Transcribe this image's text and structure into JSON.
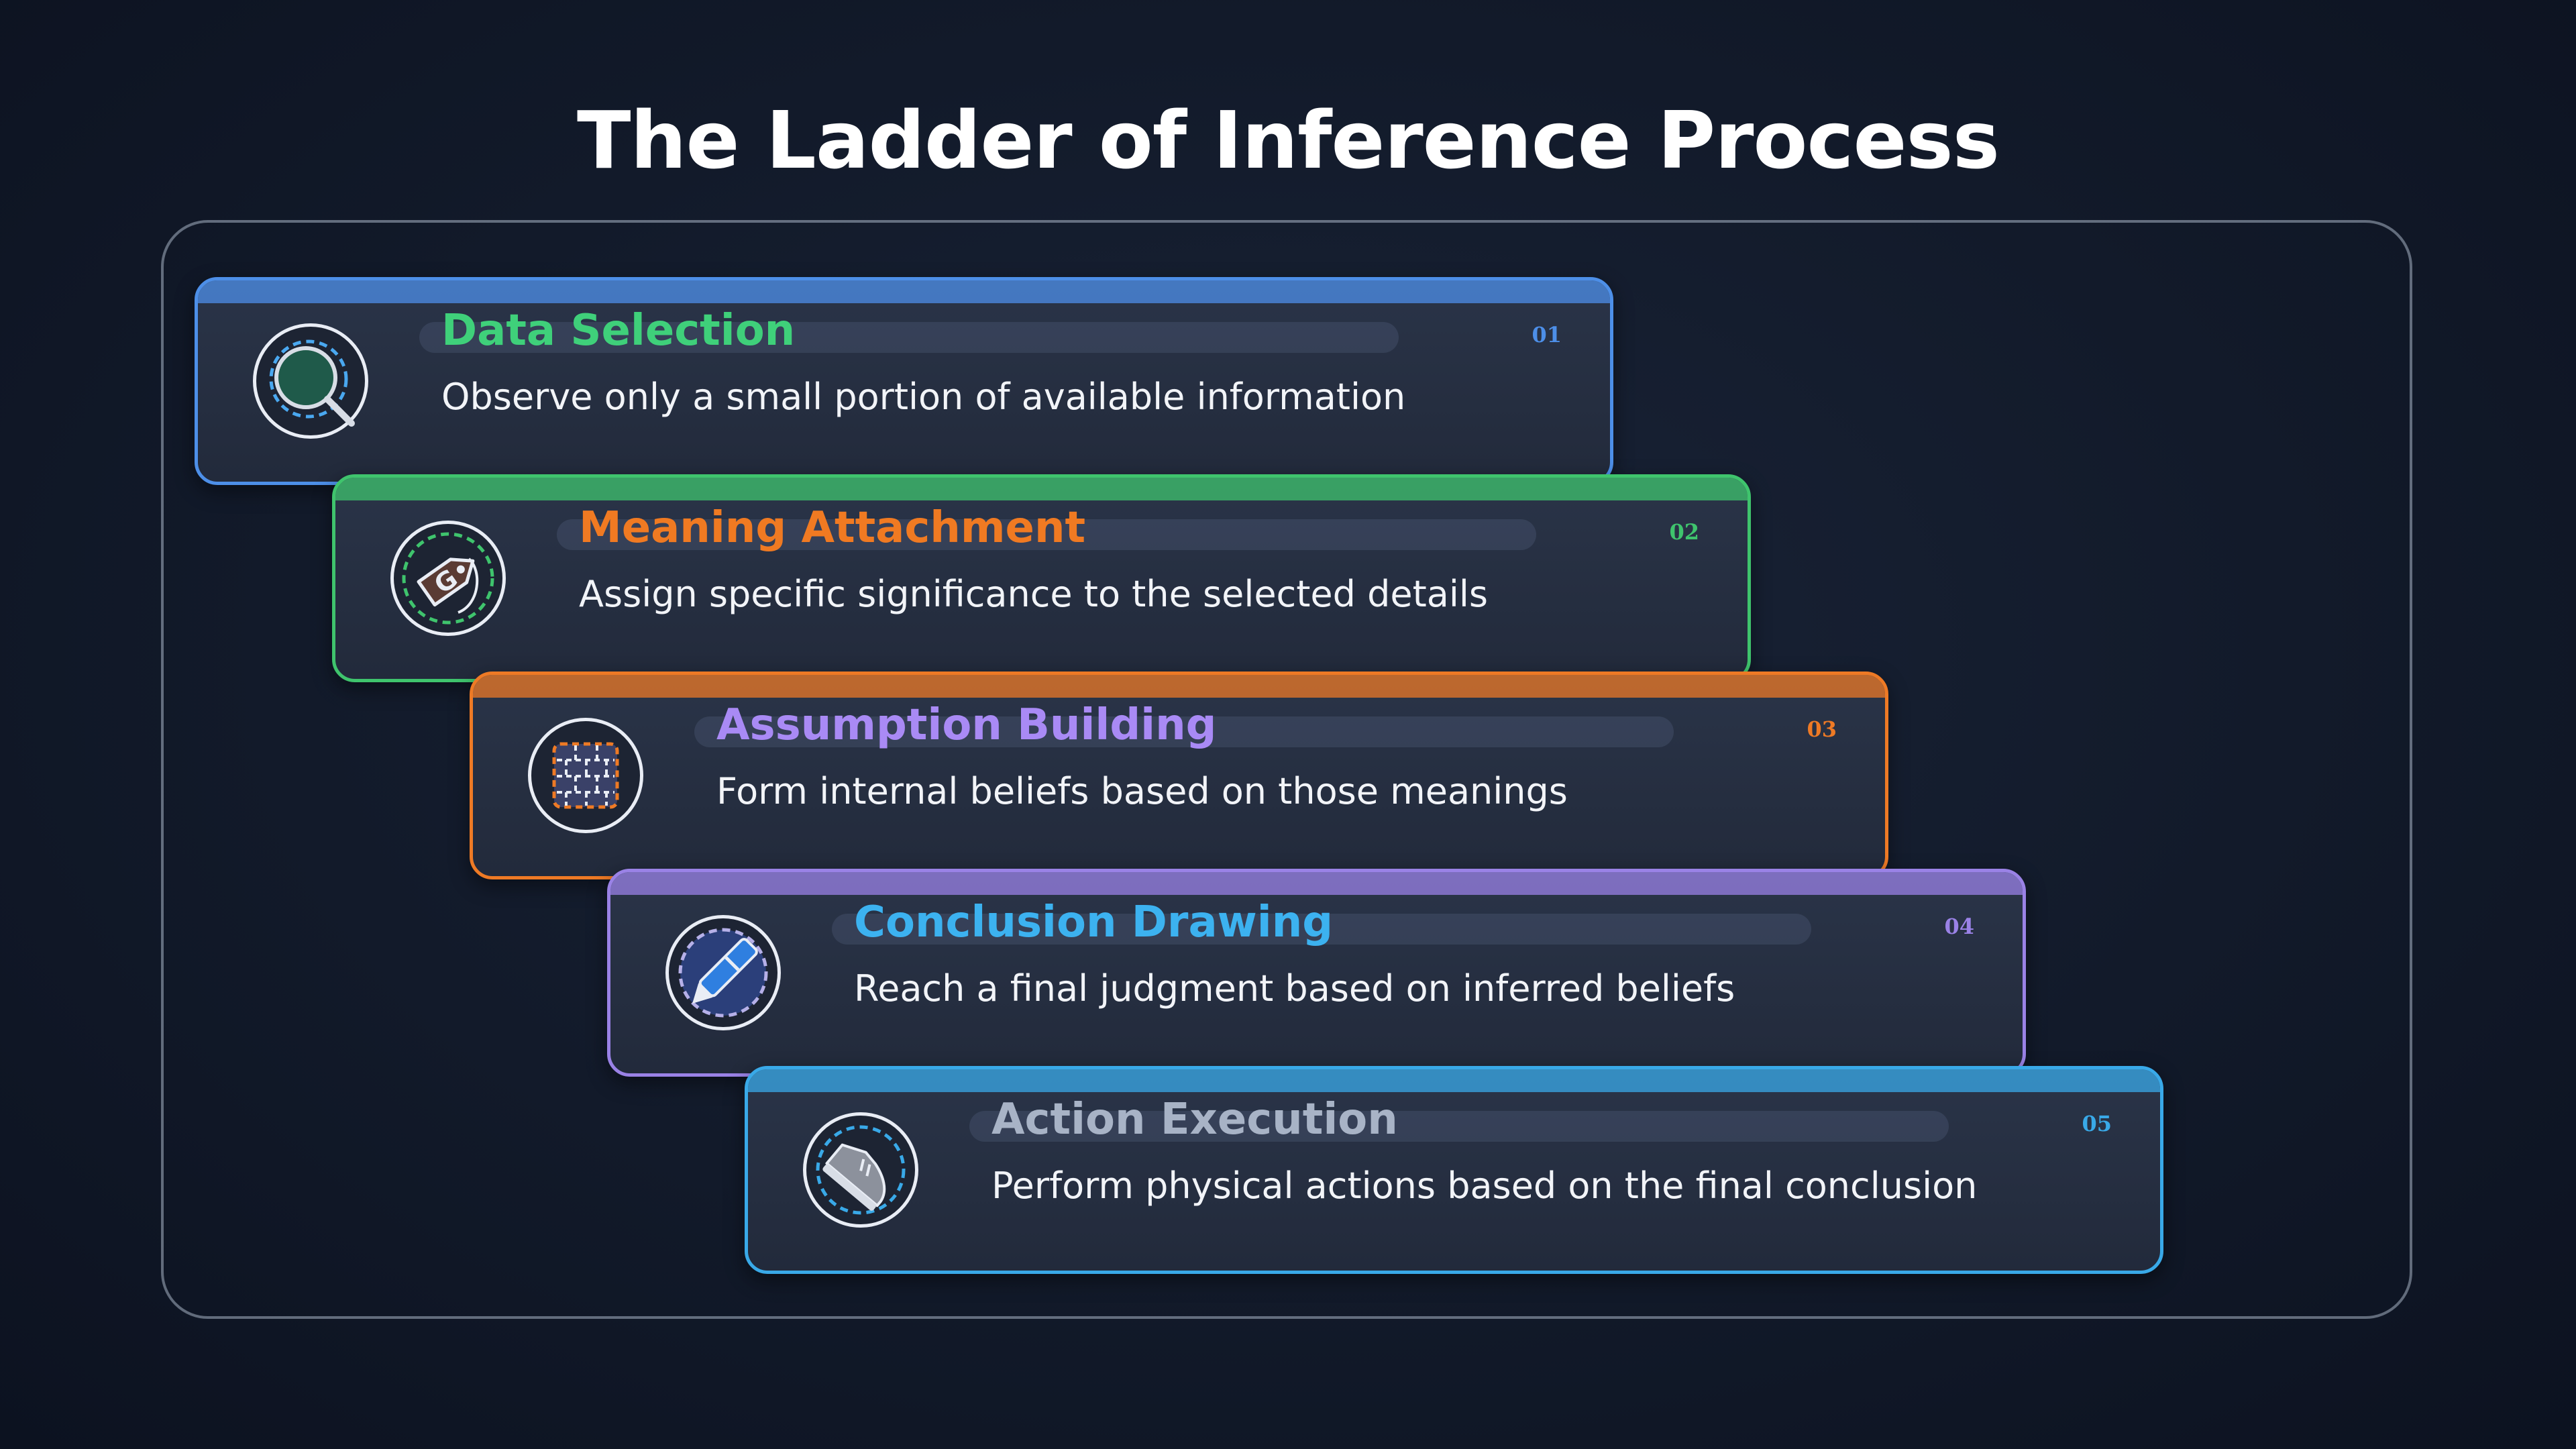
{
  "title": "The Ladder of Inference Process",
  "steps": [
    {
      "number": "01",
      "heading": "Data Selection",
      "description": "Observe only a small portion of available information",
      "icon": "magnifier-icon",
      "border_color": "#4d8fe8",
      "heading_color": "#3fd07a",
      "number_color": "#4d8fe8"
    },
    {
      "number": "02",
      "heading": "Meaning Attachment",
      "description": "Assign specific significance to the selected details",
      "icon": "tag-icon",
      "border_color": "#3fc46d",
      "heading_color": "#f07a22",
      "number_color": "#3fc46d"
    },
    {
      "number": "03",
      "heading": "Assumption Building",
      "description": "Form internal beliefs based on those meanings",
      "icon": "brick-wall-icon",
      "border_color": "#ee7a25",
      "heading_color": "#a98af5",
      "number_color": "#ee7a25"
    },
    {
      "number": "04",
      "heading": "Conclusion Drawing",
      "description": "Reach a final judgment based on inferred beliefs",
      "icon": "pen-icon",
      "border_color": "#9a82e6",
      "heading_color": "#3cb2f0",
      "number_color": "#9a82e6"
    },
    {
      "number": "05",
      "heading": "Action Execution",
      "description": "Perform physical actions based on the final conclusion",
      "icon": "shoe-icon",
      "border_color": "#39a9e8",
      "heading_color": "#a8b3c6",
      "number_color": "#39a9e8"
    }
  ]
}
